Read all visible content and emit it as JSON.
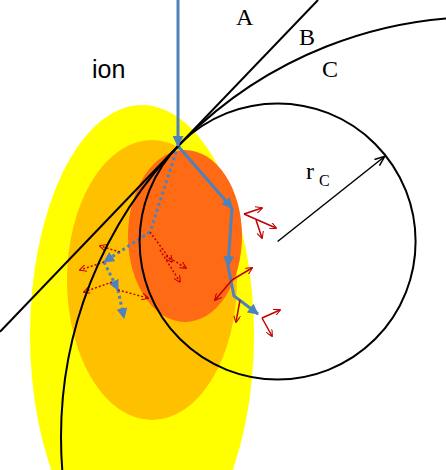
{
  "diagram": {
    "labels": [
      "ion",
      "A",
      "B",
      "C",
      "r",
      "C"
    ]
  }
}
